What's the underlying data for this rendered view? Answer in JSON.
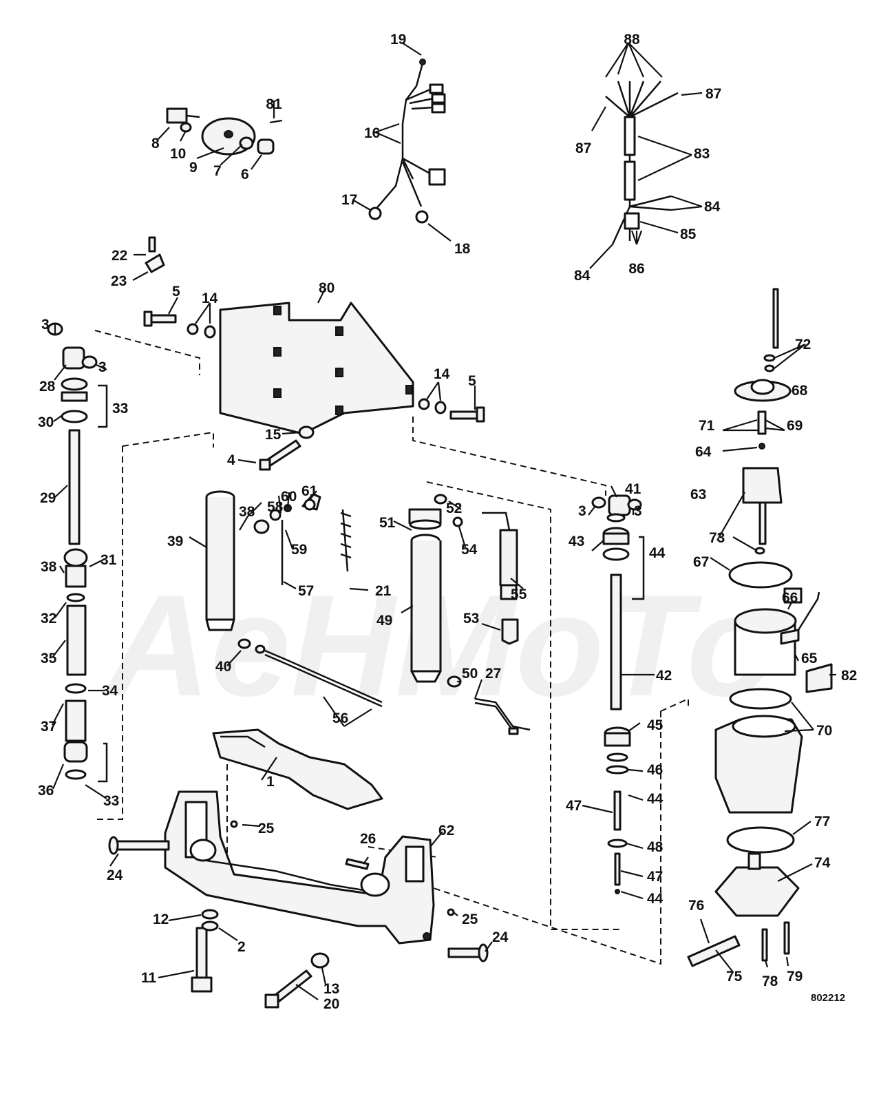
{
  "diagram": {
    "drawing_number": "802212",
    "watermark_text": "AeHMoTo",
    "callouts": {
      "c1": "1",
      "c2": "2",
      "c3a": "3",
      "c3b": "3",
      "c3c": "3",
      "c3d": "3",
      "c4": "4",
      "c5a": "5",
      "c5b": "5",
      "c6": "6",
      "c7": "7",
      "c8": "8",
      "c9": "9",
      "c10": "10",
      "c11": "11",
      "c12": "12",
      "c13": "13",
      "c14a": "14",
      "c14b": "14",
      "c15": "15",
      "c16": "16",
      "c17": "17",
      "c18": "18",
      "c19": "19",
      "c20": "20",
      "c21": "21",
      "c22": "22",
      "c23": "23",
      "c24a": "24",
      "c24b": "24",
      "c25a": "25",
      "c25b": "25",
      "c26": "26",
      "c27": "27",
      "c28": "28",
      "c29": "29",
      "c30": "30",
      "c31": "31",
      "c32": "32",
      "c33a": "33",
      "c33b": "33",
      "c34": "34",
      "c35": "35",
      "c36": "36",
      "c37": "37",
      "c38a": "38",
      "c38b": "38",
      "c39": "39",
      "c40": "40",
      "c41": "41",
      "c42": "42",
      "c43": "43",
      "c44a": "44",
      "c44b": "44",
      "c44c": "44",
      "c45": "45",
      "c46": "46",
      "c47a": "47",
      "c47b": "47",
      "c48": "48",
      "c49": "49",
      "c50": "50",
      "c51": "51",
      "c52": "52",
      "c53": "53",
      "c54": "54",
      "c55": "55",
      "c56": "56",
      "c57": "57",
      "c58": "58",
      "c59": "59",
      "c60": "60",
      "c61": "61",
      "c62": "62",
      "c63": "63",
      "c64": "64",
      "c65": "65",
      "c66": "66",
      "c67": "67",
      "c68": "68",
      "c69": "69",
      "c70": "70",
      "c71": "71",
      "c72": "72",
      "c73": "73",
      "c74": "74",
      "c75": "75",
      "c76": "76",
      "c77": "77",
      "c78": "78",
      "c79": "79",
      "c80": "80",
      "c81": "81",
      "c82": "82",
      "c83": "83",
      "c84a": "84",
      "c84b": "84",
      "c85": "85",
      "c86": "86",
      "c87a": "87",
      "c87b": "87",
      "c88": "88"
    }
  }
}
